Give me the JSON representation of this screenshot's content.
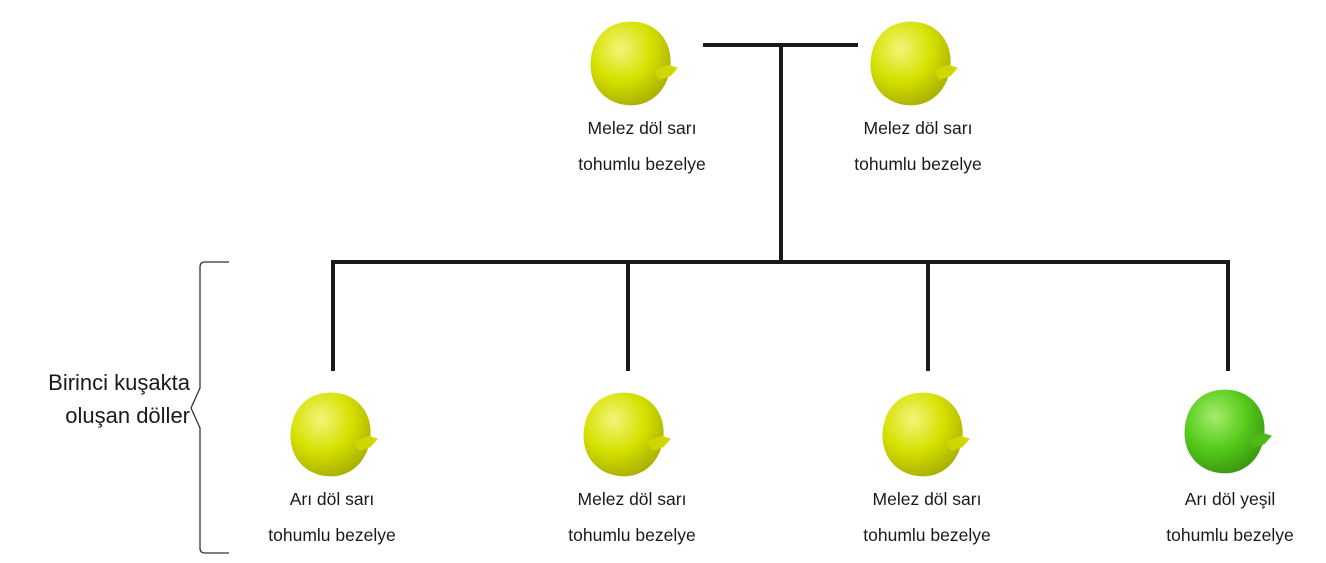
{
  "colors": {
    "yellow_pea": "#d6e100",
    "green_pea": "#57cc1c",
    "lines": "#1a1a1a"
  },
  "parents": [
    {
      "line1": "Melez döl sarı",
      "line2": "tohumlu bezelye",
      "color": "yellow"
    },
    {
      "line1": "Melez döl sarı",
      "line2": "tohumlu bezelye",
      "color": "yellow"
    }
  ],
  "offspring": [
    {
      "line1": "Arı döl sarı",
      "line2": "tohumlu bezelye",
      "color": "yellow"
    },
    {
      "line1": "Melez döl sarı",
      "line2": "tohumlu bezelye",
      "color": "yellow"
    },
    {
      "line1": "Melez döl sarı",
      "line2": "tohumlu bezelye",
      "color": "yellow"
    },
    {
      "line1": "Arı döl yeşil",
      "line2": "tohumlu bezelye",
      "color": "green"
    }
  ],
  "generation_label": {
    "line1": "Birinci kuşakta",
    "line2": "oluşan döller"
  }
}
